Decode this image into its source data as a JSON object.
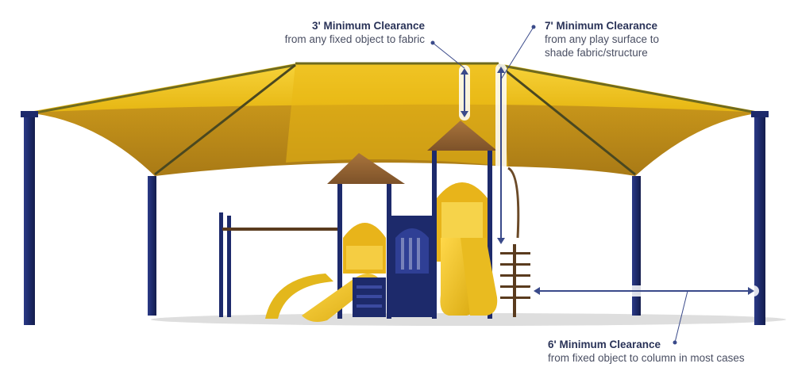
{
  "callouts": {
    "fixed_object_to_fabric": {
      "title": "3' Minimum Clearance",
      "subtitle": "from any fixed object to fabric"
    },
    "play_surface_to_fabric": {
      "title": "7' Minimum Clearance",
      "subtitle_line1": "from any play surface to",
      "subtitle_line2": "shade fabric/structure"
    },
    "object_to_column": {
      "title": "6' Minimum Clearance",
      "subtitle": "from fixed object to column in most cases"
    }
  },
  "colors": {
    "canopy": "#f2c51c",
    "canopy_shadow": "#c79a12",
    "column": "#1d2a6b",
    "callout_text": "#2a3358",
    "arrow": "#3a4a8a"
  }
}
